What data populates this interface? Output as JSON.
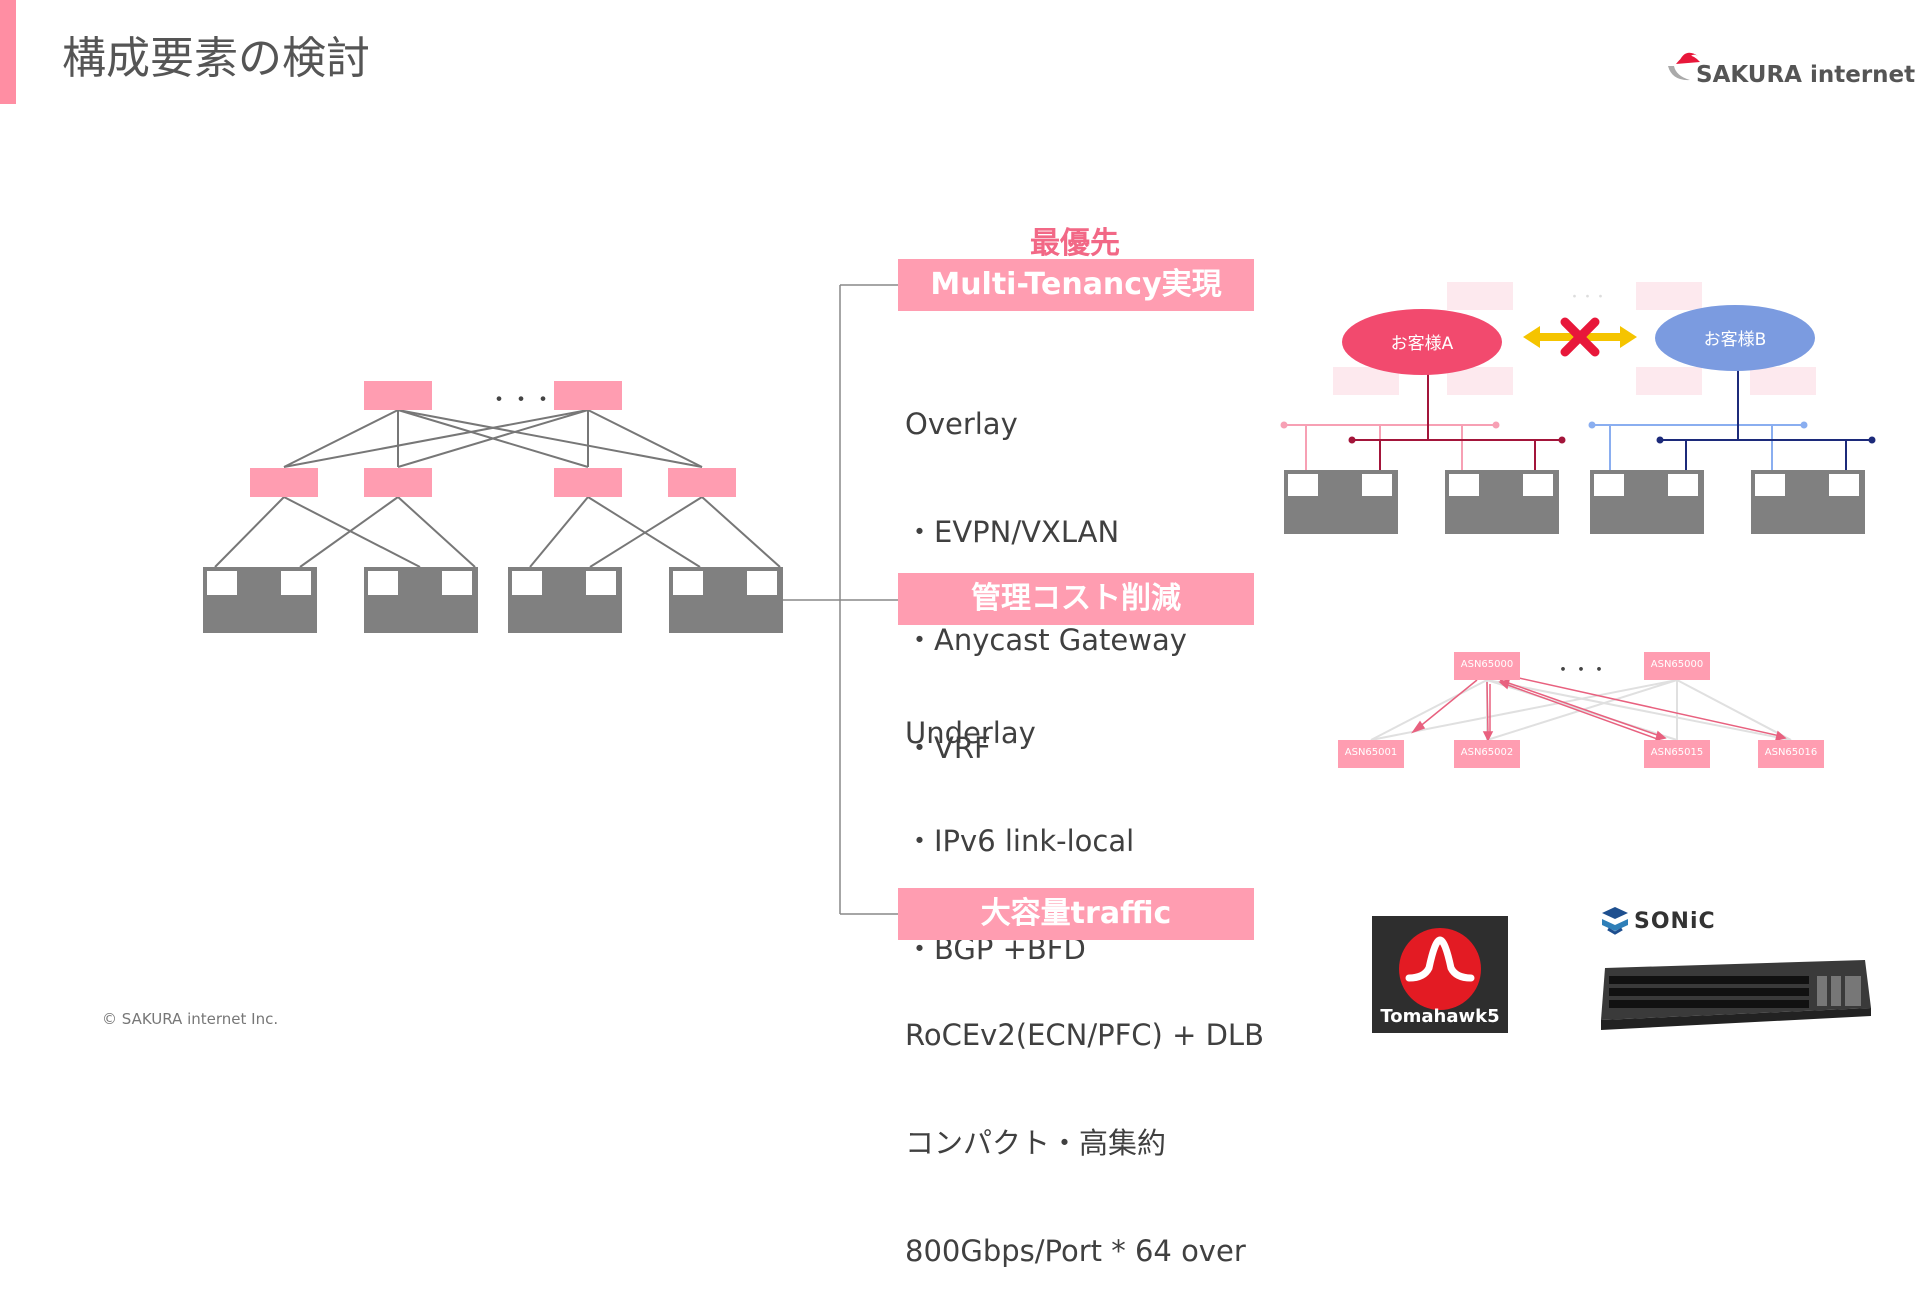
{
  "header": {
    "title": "構成要素の検討",
    "logo_text": "SAKURA internet"
  },
  "footer": {
    "copyright": "© SAKURA internet Inc."
  },
  "topology": {
    "ellipsis": "・・・"
  },
  "sections": {
    "priority_label": "最優先",
    "multi_tenancy": {
      "label": "Multi-Tenancy実現",
      "lines": [
        "Overlay",
        "・EVPN/VXLAN",
        "・Anycast Gateway",
        "・VRF"
      ]
    },
    "management": {
      "label": "管理コスト削減",
      "lines": [
        "Underlay",
        "・IPv6 link-local",
        "・BGP +BFD"
      ]
    },
    "traffic": {
      "label": "大容量traffic",
      "lines": [
        "RoCEv2(ECN/PFC) + DLB",
        "コンパクト・高集約",
        "800Gbps/Port * 64 over"
      ]
    }
  },
  "overlay_diagram": {
    "customer_a": "お客様A",
    "customer_b": "お客様B",
    "ellipsis": "・・・",
    "colors": {
      "customer_a": "#f24a6e",
      "customer_b": "#7b9be0",
      "arrow": "#f5c400",
      "cross": "#e8173a"
    }
  },
  "underlay_diagram": {
    "ellipsis": "・・・",
    "spines": [
      "ASN65000",
      "ASN65000"
    ],
    "leaves": [
      "ASN65001",
      "ASN65002",
      "ASN65015",
      "ASN65016"
    ]
  },
  "hardware": {
    "broadcom_label": "Tomahawk5",
    "sonic_label": "SONiC"
  },
  "colors": {
    "accent": "#ff9db1",
    "node": "#ff9db1",
    "server": "#808080",
    "priority_text": "#f26886"
  }
}
